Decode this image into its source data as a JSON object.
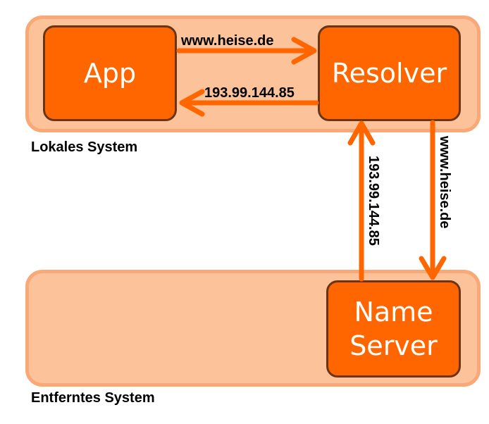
{
  "nodes": {
    "app": "App",
    "resolver": "Resolver",
    "name_server_line1": "Name",
    "name_server_line2": "Server"
  },
  "zones": {
    "local": "Lokales System",
    "remote": "Entferntes System"
  },
  "arrows": {
    "app_to_resolver": "www.heise.de",
    "resolver_to_app": "193.99.144.85",
    "nameserver_to_resolver": "193.99.144.85",
    "resolver_to_nameserver": "www.heise.de"
  },
  "colors": {
    "box_fill": "#ff6600",
    "box_border": "#6b3515",
    "zone_fill": "#fcc29a",
    "zone_border": "#f9a877",
    "arrow": "#ff6600"
  }
}
